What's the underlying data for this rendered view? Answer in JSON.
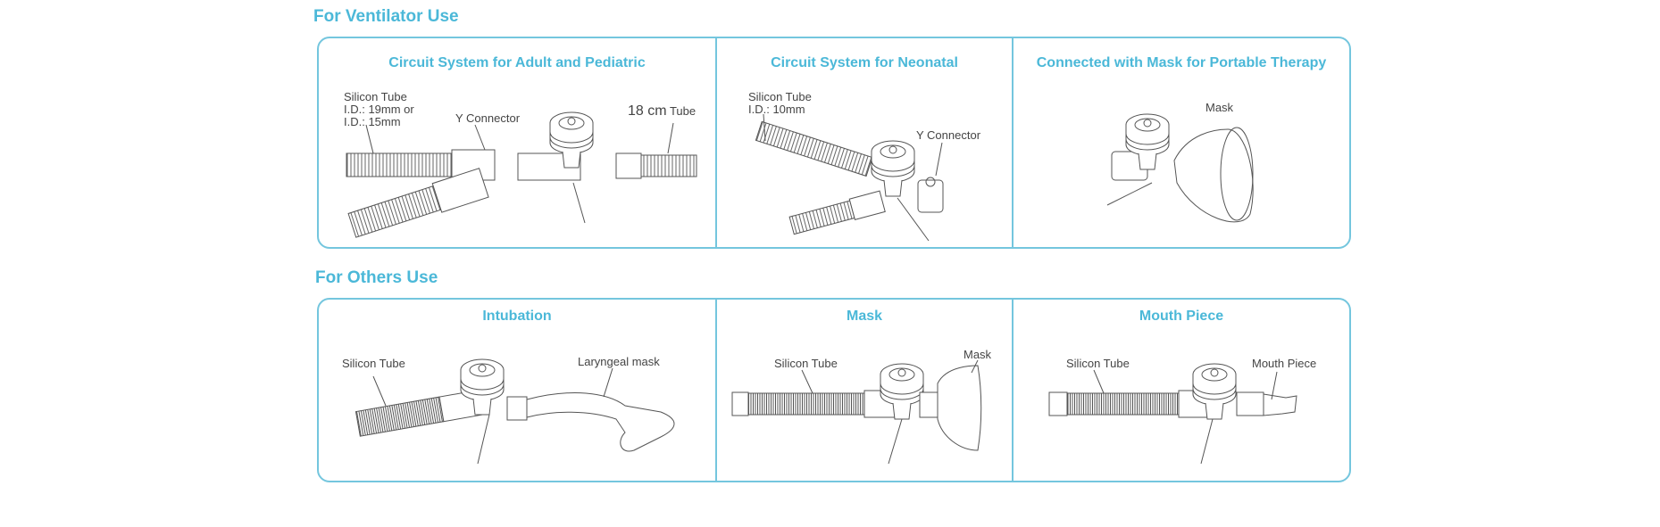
{
  "sections": [
    {
      "title": "For Ventilator Use",
      "panels": [
        {
          "title": "Circuit System for Adult and Pediatric",
          "labels": {
            "tube_line1": "Silicon Tube",
            "tube_line2": "I.D.: 19mm or",
            "tube_line3": "I.D.: 15mm",
            "connector": "Y Connector",
            "short_tube_size": "18 cm",
            "short_tube_word": "Tube"
          }
        },
        {
          "title": "Circuit System for Neonatal",
          "labels": {
            "tube_line1": "Silicon Tube",
            "tube_line2": "I.D.: 10mm",
            "connector": "Y Connector"
          }
        },
        {
          "title": "Connected with Mask for Portable Therapy",
          "labels": {
            "mask": "Mask"
          }
        }
      ]
    },
    {
      "title": "For Others Use",
      "panels": [
        {
          "title": "Intubation",
          "labels": {
            "tube": "Silicon Tube",
            "mask": "Laryngeal mask"
          }
        },
        {
          "title": "Mask",
          "labels": {
            "tube": "Silicon Tube",
            "mask": "Mask"
          }
        },
        {
          "title": "Mouth Piece",
          "labels": {
            "tube": "Silicon Tube",
            "mouthpiece": "Mouth Piece"
          }
        }
      ]
    }
  ],
  "colors": {
    "accent": "#4bb8d8",
    "border": "#74c6de",
    "line": "#555555"
  }
}
